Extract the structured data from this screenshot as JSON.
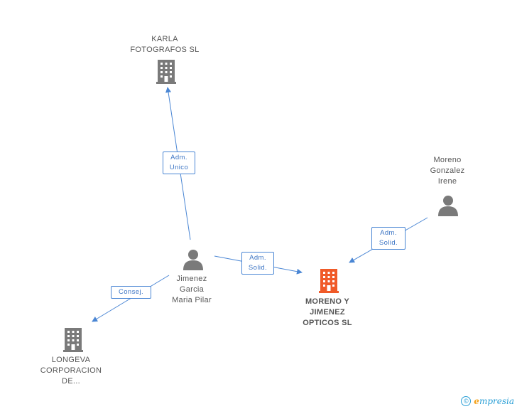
{
  "nodes": {
    "karla": {
      "lines": [
        "KARLA",
        "FOTOGRAFOS SL"
      ],
      "type": "company"
    },
    "moreno_gonzalez": {
      "lines": [
        "Moreno",
        "Gonzalez",
        "Irene"
      ],
      "type": "person"
    },
    "jimenez": {
      "lines": [
        "Jimenez",
        "Garcia",
        "Maria Pilar"
      ],
      "type": "person"
    },
    "center": {
      "lines": [
        "MORENO Y",
        "JIMENEZ",
        "OPTICOS SL"
      ],
      "type": "company-main"
    },
    "longeva": {
      "lines": [
        "LONGEVA",
        "CORPORACION",
        "DE..."
      ],
      "type": "company"
    }
  },
  "edges": {
    "adm_unico": {
      "lines": [
        "Adm.",
        "Unico"
      ]
    },
    "adm_solid_left": {
      "lines": [
        "Adm.",
        "Solid."
      ]
    },
    "adm_solid_right": {
      "lines": [
        "Adm.",
        "Solid."
      ]
    },
    "consej": {
      "lines": [
        "Consej."
      ]
    }
  },
  "footer": {
    "copyright_symbol": "©",
    "brand_first": "e",
    "brand_rest": "mpresia"
  },
  "colors": {
    "edge": "#4a86d4",
    "node_icon": "#7a7a7a",
    "main_icon": "#f05a28",
    "brand": "#2a9fd6"
  },
  "icons": {
    "company": "building-icon",
    "person": "person-icon"
  }
}
